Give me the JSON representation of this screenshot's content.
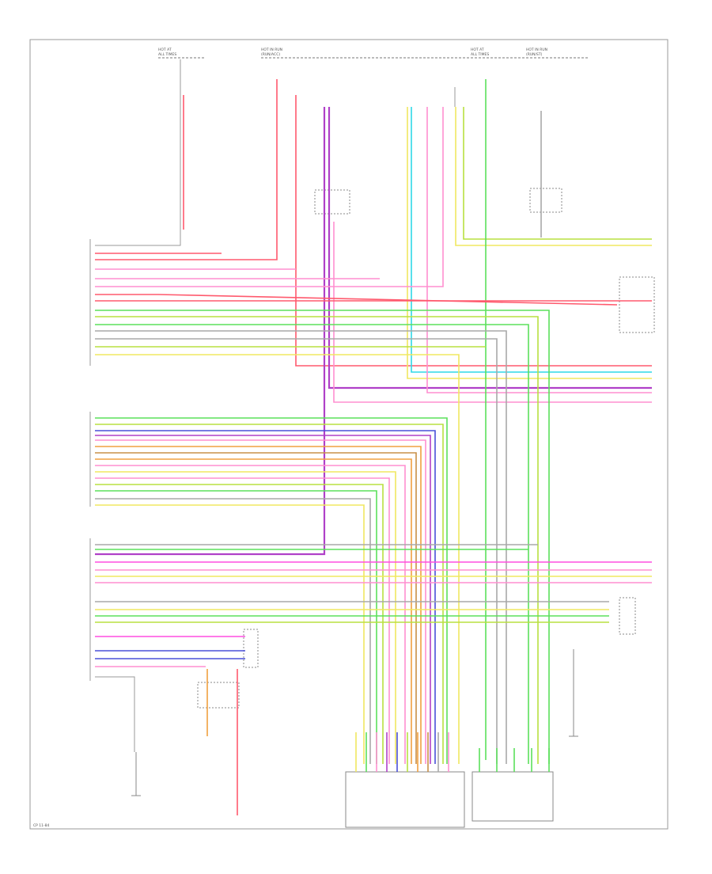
{
  "labels": {
    "hot_at_all_times_1": "HOT AT",
    "hot_at_all_times_1b": "ALL TIMES",
    "hot_in_run_1": "HOT IN RUN",
    "hot_in_run_1b": "(RUN/ACC)",
    "hot_at_all_times_2": "HOT AT",
    "hot_at_all_times_2b": "ALL TIMES",
    "hot_in_run_2": "HOT IN RUN",
    "hot_in_run_2b": "(RUN/ST)",
    "footer_code": "CP 11-84"
  },
  "colors": {
    "red": "#ff5a6e",
    "pink": "#ff8fd0",
    "magenta": "#ff4fe0",
    "purple": "#b040c8",
    "blue": "#4a50d8",
    "cyan": "#2fd8e8",
    "green": "#5be05b",
    "lime": "#b8e040",
    "yellow": "#f0e860",
    "orange": "#f0a040",
    "brown": "#c89048",
    "gray": "#a8a8a8",
    "frame": "#9a9a9a"
  }
}
